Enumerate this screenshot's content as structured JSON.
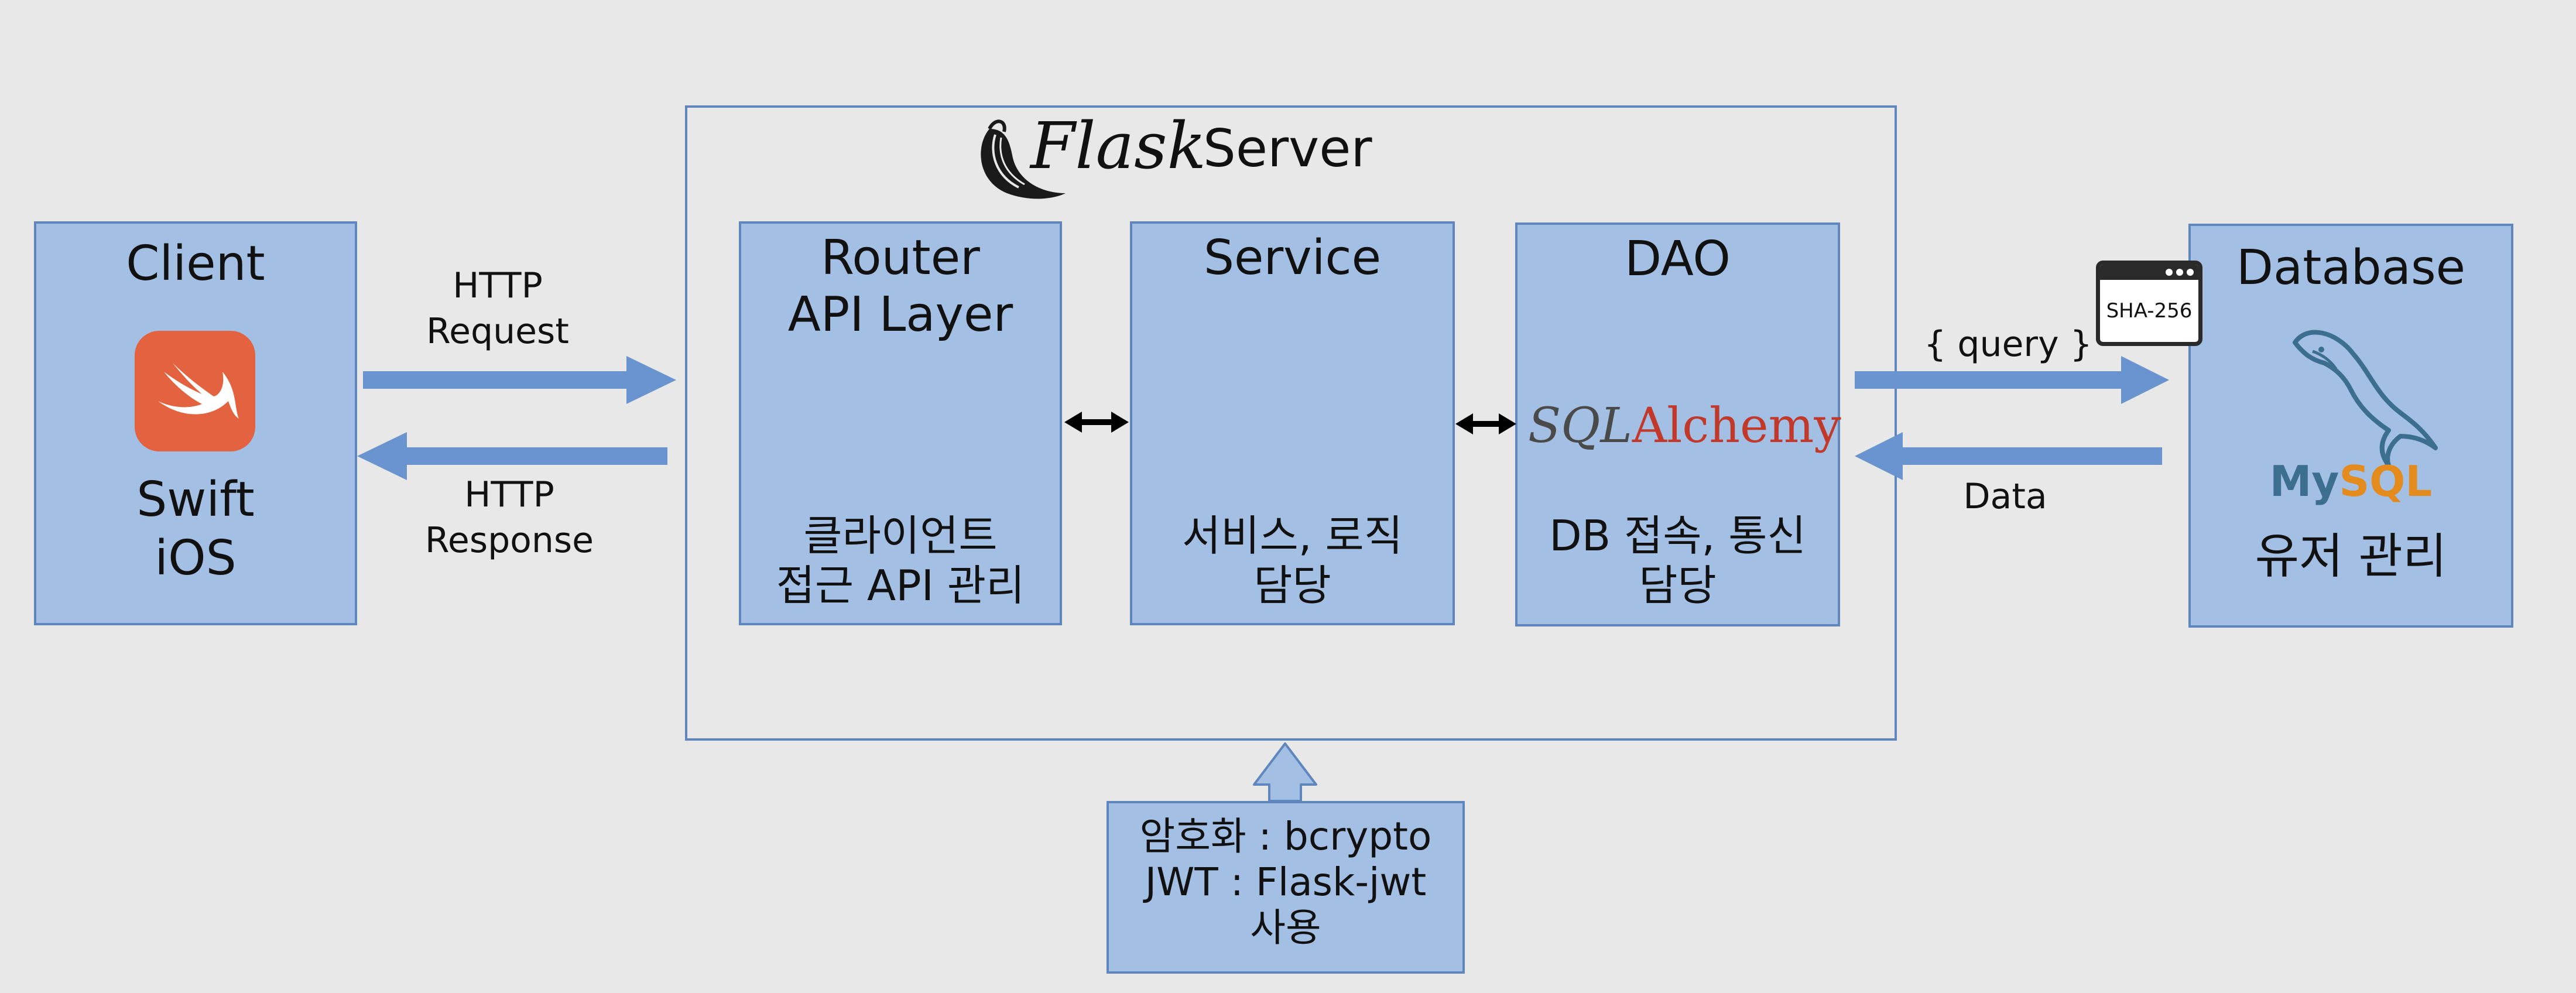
{
  "flask_server": {
    "logo_text": "Flask",
    "title": "Server"
  },
  "client": {
    "title": "Client",
    "platform_line1": "Swift",
    "platform_line2": "iOS"
  },
  "router": {
    "title_line1": "Router",
    "title_line2": "API Layer",
    "desc_line1": "클라이언트",
    "desc_line2": "접근 API 관리"
  },
  "service": {
    "title": "Service",
    "desc_line1": "서비스, 로직",
    "desc_line2": "담당"
  },
  "dao": {
    "title": "DAO",
    "logo_part1": "SQL",
    "logo_part2": "Alchemy",
    "desc_line1": "DB 접속, 통신",
    "desc_line2": "담당"
  },
  "database": {
    "title": "Database",
    "logo_part1": "My",
    "logo_part2": "SQL",
    "desc": "유저 관리",
    "badge": "SHA-256"
  },
  "edges": {
    "http_request_line1": "HTTP",
    "http_request_line2": "Request",
    "http_response_line1": "HTTP",
    "http_response_line2": "Response",
    "query": "{ query }",
    "data": "Data"
  },
  "security": {
    "line1": "암호화 : bcrypto",
    "line2": "JWT : Flask-jwt",
    "line3": "사용"
  },
  "colors": {
    "box_fill": "#a4bfe4",
    "box_border": "#5f86bd",
    "arrow": "#6a94cf",
    "swift": "#e3623f",
    "sqlalchemy_red": "#c0392b",
    "mysql_blue": "#3b6e8f",
    "mysql_orange": "#e38b1c"
  }
}
